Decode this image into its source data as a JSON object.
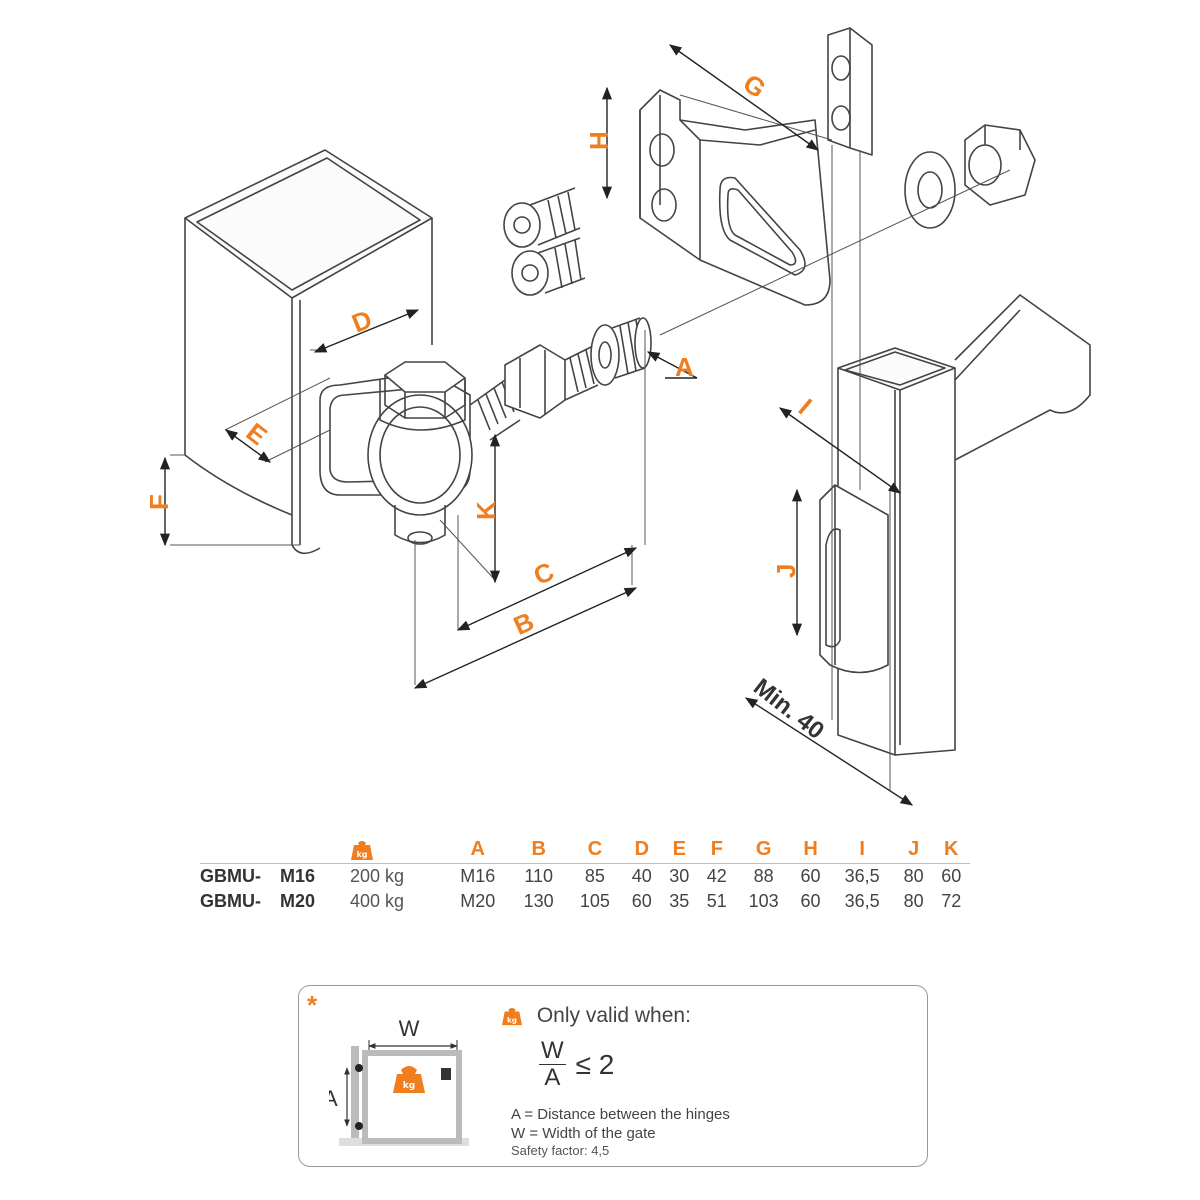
{
  "dimension_labels": {
    "A": "A",
    "B": "B",
    "C": "C",
    "D": "D",
    "E": "E",
    "F": "F",
    "G": "G",
    "H": "H",
    "I": "I",
    "J": "J",
    "K": "K"
  },
  "min_label": "Min. 40",
  "table": {
    "columns": [
      "A",
      "B",
      "C",
      "D",
      "E",
      "F",
      "G",
      "H",
      "I",
      "J",
      "K"
    ],
    "rows": [
      {
        "model": "GBMU-",
        "variant": "M16",
        "load": "200 kg",
        "values": [
          "M16",
          "110",
          "85",
          "40",
          "30",
          "42",
          "88",
          "60",
          "36,5",
          "80",
          "60"
        ]
      },
      {
        "model": "GBMU-",
        "variant": "M20",
        "load": "400 kg",
        "values": [
          "M20",
          "130",
          "105",
          "60",
          "35",
          "51",
          "103",
          "60",
          "36,5",
          "80",
          "72"
        ]
      }
    ]
  },
  "note": {
    "star": "*",
    "width_label": "W",
    "height_label": "A",
    "title": "Only valid when:",
    "formula_num": "W",
    "formula_den": "A",
    "formula_rel": "≤ 2",
    "legend_a": "A  = Distance between the hinges",
    "legend_w": "W = Width of the gate",
    "safety": "Safety factor: 4,5"
  },
  "icons": {
    "weight": "weight-kg-icon"
  },
  "colors": {
    "accent": "#f07d1e",
    "line": "#444444"
  }
}
